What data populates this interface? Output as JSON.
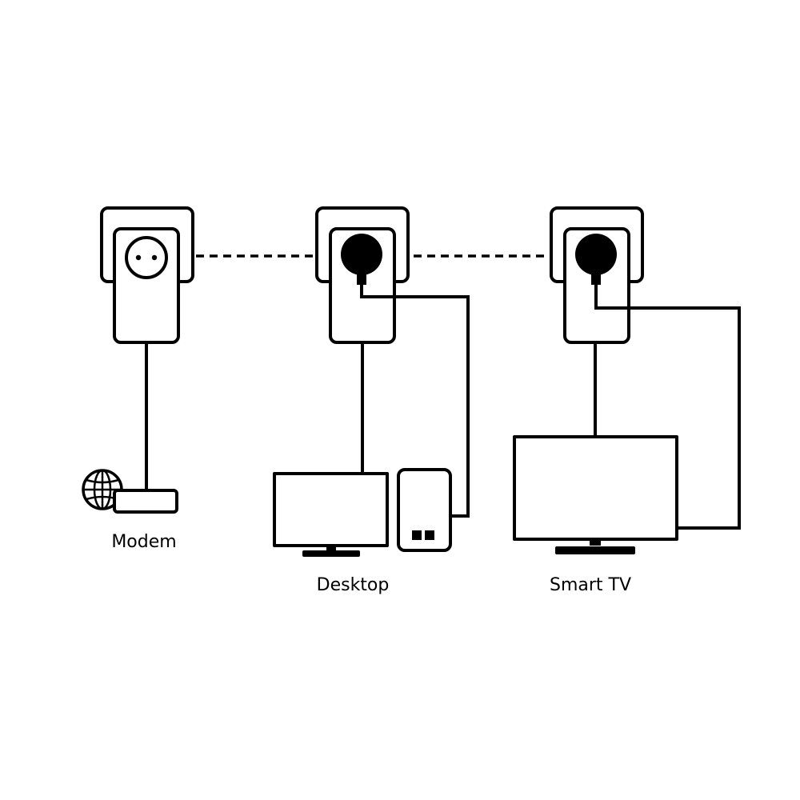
{
  "labels": {
    "modem": "Modem",
    "desktop": "Desktop",
    "smart_tv": "Smart TV"
  },
  "colors": {
    "line": "#000000",
    "background": "#ffffff"
  },
  "connection": {
    "powerline_link_style": "dashed",
    "adapters": [
      {
        "name": "adapter-modem",
        "plug": "socket-passthrough"
      },
      {
        "name": "adapter-desktop",
        "plug": "filled"
      },
      {
        "name": "adapter-smart-tv",
        "plug": "filled"
      }
    ]
  }
}
